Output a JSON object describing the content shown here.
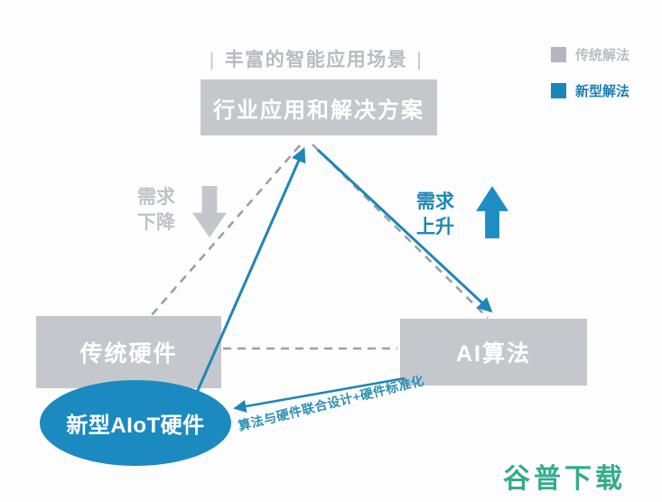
{
  "header": {
    "bar_left": "|",
    "title": "丰富的智能应用场景",
    "bar_right": "|"
  },
  "legend": {
    "items": [
      {
        "label": "传统解法",
        "color": "#b2b7bf"
      },
      {
        "label": "新型解法",
        "color": "#1b86ba"
      }
    ]
  },
  "nodes": {
    "top_box": {
      "label": "行业应用和解决方案"
    },
    "left_box": {
      "label": "传统硬件"
    },
    "right_box": {
      "label": "AI算法"
    },
    "new_hardware_ellipse": {
      "label": "新型AIoT硬件"
    }
  },
  "annotations": {
    "demand_down": {
      "line1": "需求",
      "line2": "下降"
    },
    "demand_up": {
      "line1": "需求",
      "line2": "上升"
    },
    "edge_label": "算法与硬件联合设计+硬件标准化"
  },
  "watermark": {
    "text": "谷普下载"
  },
  "colors": {
    "node_gray": "#c4c8cd",
    "muted_gray_text": "#b9bec5",
    "dashed_line_gray": "#9aa0a8",
    "accent_blue": "#1e86b8",
    "ellipse_blue": "#1b8ac1",
    "watermark_green": "#35ab8e"
  }
}
